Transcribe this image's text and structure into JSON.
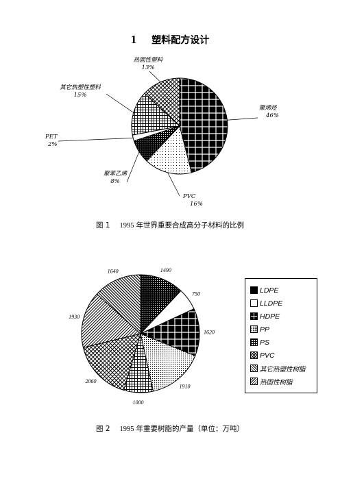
{
  "heading": {
    "number": "1",
    "title": "塑料配方设计"
  },
  "chart_data": [
    {
      "type": "pie",
      "categories": [
        "聚烯烃",
        "PVC",
        "聚苯乙烯",
        "PET",
        "其它热塑性塑料",
        "热固性塑料"
      ],
      "values": [
        46,
        16,
        8,
        2,
        15,
        13
      ],
      "value_labels": [
        "46%",
        "16%",
        "8%",
        "2%",
        "15%",
        "13%"
      ],
      "caption": {
        "figure": "图 1",
        "year": "1995",
        "text": "年世界重要合成高分子材料的比例"
      }
    },
    {
      "type": "pie",
      "categories": [
        "LDPE",
        "LLDPE",
        "HDPE",
        "PP",
        "PS",
        "PVC",
        "其它热塑性树脂",
        "热固性树脂"
      ],
      "values": [
        1490,
        750,
        1620,
        1910,
        1000,
        2060,
        1930,
        1640
      ],
      "value_labels": [
        "1490",
        "750",
        "1620",
        "1910",
        "1000",
        "2060",
        "1930",
        "1640"
      ],
      "legend": [
        "LDPE",
        "LLDPE",
        "HDPE",
        "PP",
        "PS",
        "PVC",
        "其它热塑性树脂",
        "热固性树脂"
      ],
      "legend_position": "right",
      "caption": {
        "figure": "图 2",
        "year": "1995",
        "text": "年重要树脂的产量（单位：万吨）"
      }
    }
  ]
}
